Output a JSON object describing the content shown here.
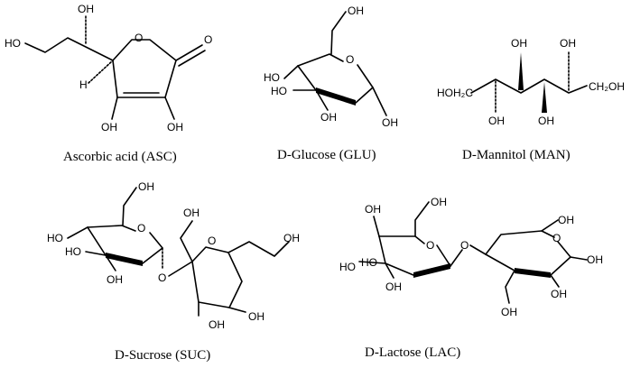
{
  "structures": {
    "ascorbic_acid": {
      "caption": "Ascorbic acid (ASC)",
      "atoms": {
        "oh_top": "OH",
        "ho_left": "HO",
        "h": "H",
        "o_ring": "O",
        "o_carbonyl": "O",
        "oh_bottom_left": "OH",
        "oh_bottom_right": "OH"
      }
    },
    "d_glucose": {
      "caption": "D-Glucose (GLU)",
      "atoms": {
        "oh_top": "OH",
        "ho_left": "HO",
        "ho_mid": "HO",
        "o_ring": "O",
        "oh_bottom_left": "OH",
        "oh_bottom_right": "OH"
      }
    },
    "d_mannitol": {
      "caption": "D-Mannitol (MAN)",
      "atoms": {
        "hoh2c": "HOH₂C",
        "ch2oh": "CH₂OH",
        "oh_top_1": "OH",
        "oh_top_2": "OH",
        "oh_bottom_1": "OH",
        "oh_bottom_2": "OH"
      }
    },
    "d_sucrose": {
      "caption": "D-Sucrose (SUC)",
      "atoms": {
        "oh_top": "OH",
        "ho_left_1": "HO",
        "ho_left_2": "HO",
        "o_ring_1": "O",
        "oh_bottom": "OH",
        "o_link": "O",
        "oh_fru_top": "OH",
        "o_ring_2": "O",
        "oh_fru_right": "OH",
        "oh_fru_bottom_1": "OH",
        "oh_fru_bottom_2": "OH"
      }
    },
    "d_lactose": {
      "caption": "D-Lactose (LAC)",
      "atoms": {
        "oh_top_left": "OH",
        "oh_top_right": "OH",
        "ho_left_top": "HO",
        "ho_left_bottom": "HO",
        "o_ring_1": "O",
        "o_link": "O",
        "o_ring_2": "O",
        "oh_bottom_left": "OH",
        "oh_right_top": "OH",
        "oh_right": "OH",
        "oh_bottom_right": "OH"
      }
    }
  }
}
